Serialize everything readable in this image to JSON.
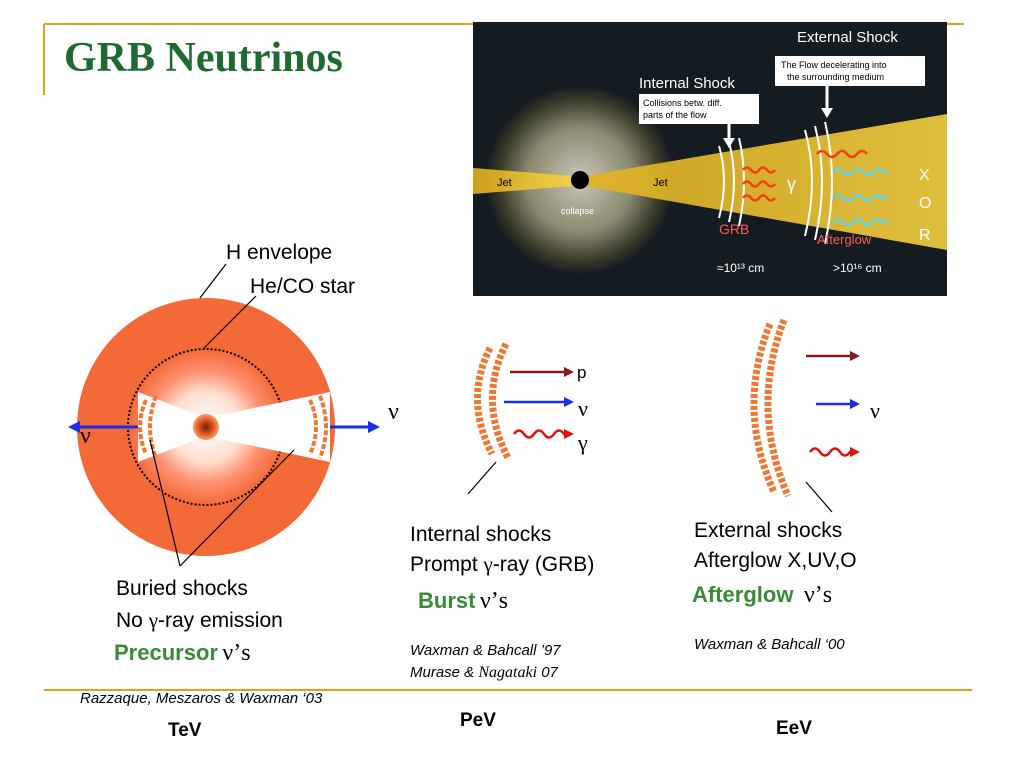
{
  "title": "GRB Neutrinos",
  "photo": {
    "external_shock": "External Shock",
    "external_note_1": "The Flow decelerating into",
    "external_note_2": "the surrounding  medium",
    "internal_shock": "Internal Shock",
    "internal_note_1": "Collisions betw. diff.",
    "internal_note_2": "parts of the flow",
    "jet_left": "Jet",
    "jet_right": "Jet",
    "collapse": "collapse",
    "gamma": "γ",
    "grb": "GRB",
    "afterglow": "Afterglow",
    "dist_internal": "≈10¹³ cm",
    "dist_external": ">10¹⁶ cm",
    "band_x": "X",
    "band_o": "O",
    "band_r": "R"
  },
  "left": {
    "h_envelope": "H envelope",
    "heco_star": "He/CO star",
    "nu_left": "ν",
    "nu_right": "ν",
    "line1": "Buried shocks",
    "line2_pre": "No ",
    "line2_gamma": "γ",
    "line2_post": "-ray emission",
    "label": "Precursor",
    "nu_suffix": "ν’s",
    "ref": "Razzaque, Meszaros & Waxman ‘03",
    "energy": "TeV"
  },
  "middle": {
    "p": "p",
    "nu": "ν",
    "gamma": "γ",
    "line1": "Internal shocks",
    "line2_pre": "Prompt ",
    "line2_gamma": "γ",
    "line2_post": "-ray (GRB)",
    "label": "Burst",
    "nu_suffix": "ν’s",
    "ref1": "Waxman & Bahcall ’97",
    "ref2_pre": "Murase & ",
    "ref2_name": "Nagataki",
    "ref2_post": " 07",
    "energy": "PeV"
  },
  "right": {
    "nu": "ν",
    "line1": "External shocks",
    "line2": "Afterglow X,UV,O",
    "label": "Afterglow",
    "nu_suffix": "ν’s",
    "ref": "Waxman & Bahcall ‘00",
    "energy": "EeV"
  },
  "colors": {
    "title": "#1e6b32",
    "green_label": "#3a8a3a",
    "frame_line": "#e0a020",
    "shell": "#ee7733",
    "arrow_blue": "#1a2ee8",
    "arrow_darkred": "#8b1a1a",
    "wave_red": "#e01010"
  }
}
